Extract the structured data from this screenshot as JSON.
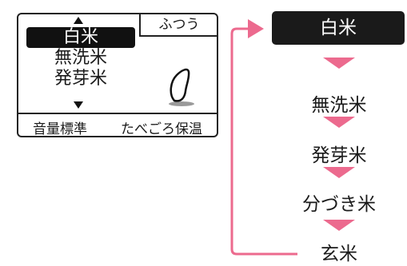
{
  "lcd": {
    "menu_items": [
      {
        "label": "白米",
        "selected": true
      },
      {
        "label": "無洗米",
        "selected": false
      },
      {
        "label": "発芽米",
        "selected": false
      }
    ],
    "mode": "ふつう",
    "bottom_left": "音量標準",
    "bottom_right": "たべごろ保温",
    "grain_icon": "rice-grain-icon"
  },
  "flow": {
    "items": [
      "白米",
      "無洗米",
      "発芽米",
      "分づき米",
      "玄米"
    ],
    "arrow_color": "#ec6a8e",
    "loop_color": "#ec6a8e"
  }
}
